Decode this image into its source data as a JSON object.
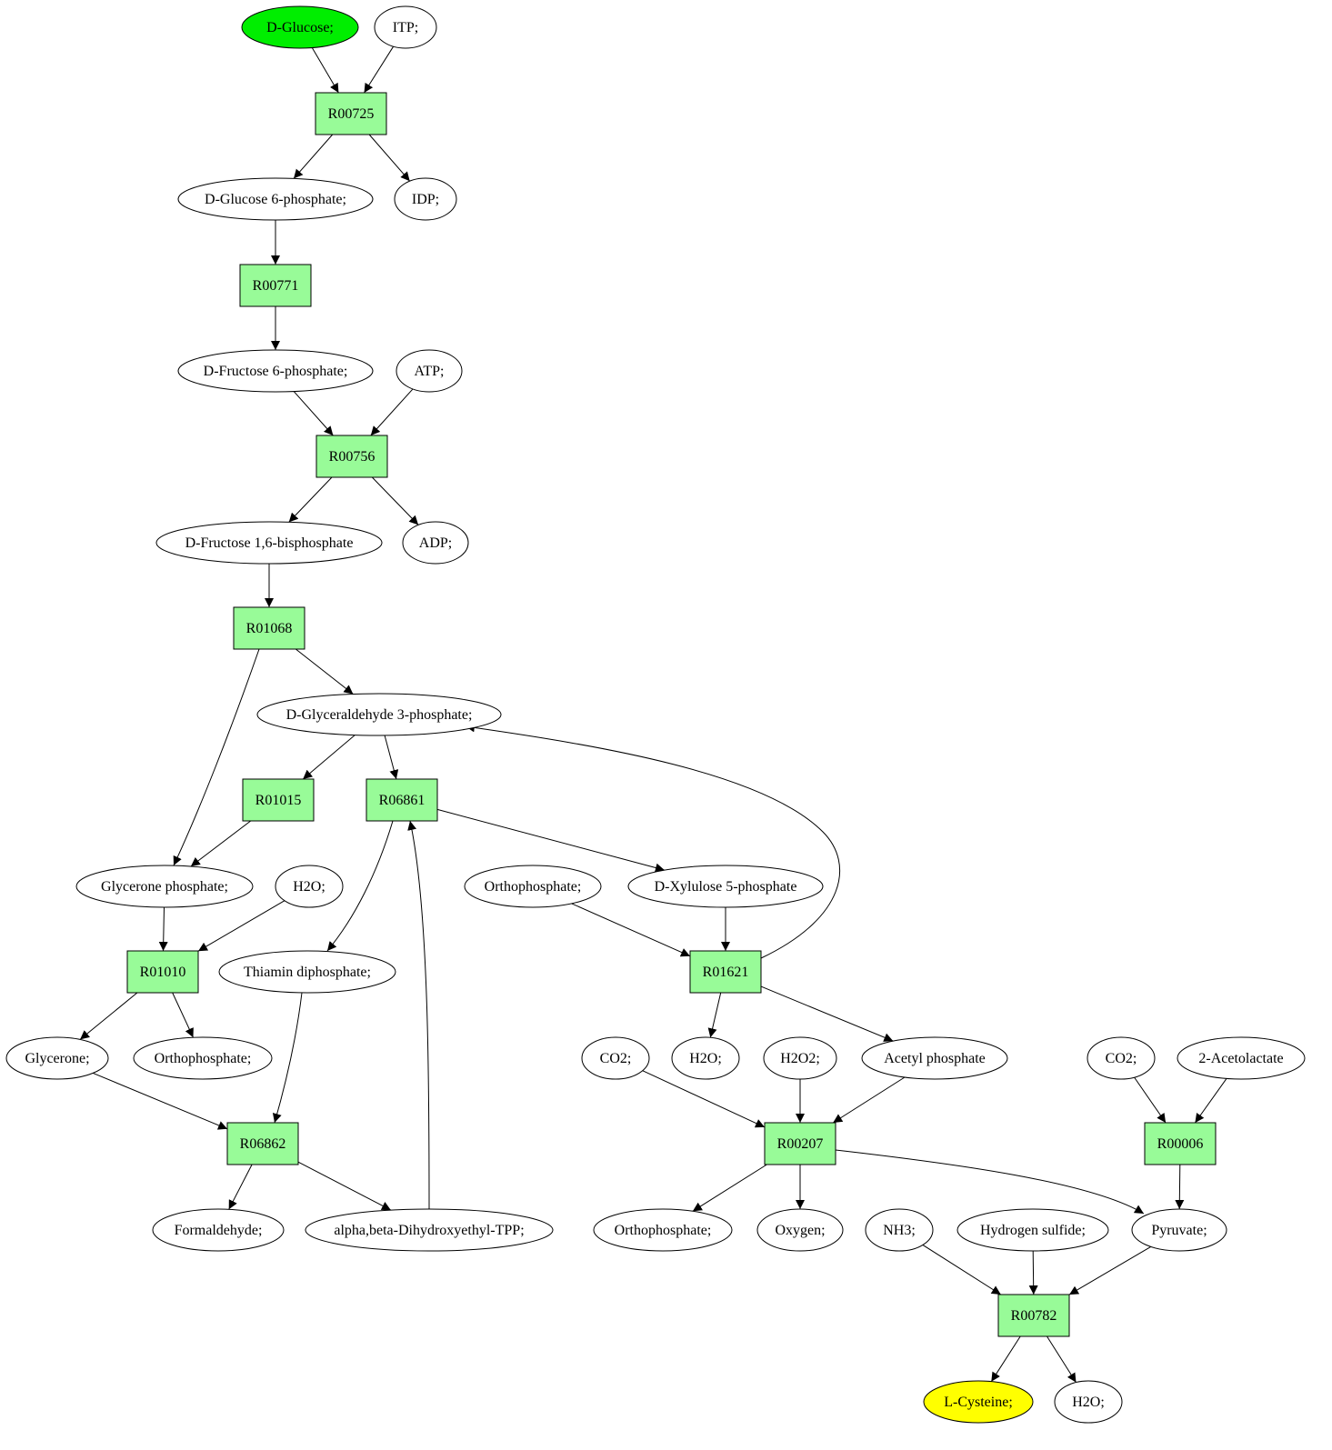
{
  "colors": {
    "reaction_fill": "#98fb98",
    "start_fill": "#00ee00",
    "target_fill": "#ffff00",
    "compound_fill": "#ffffff",
    "stroke": "#000000"
  },
  "nodes": [
    {
      "id": "c_dglucose",
      "kind": "compound",
      "label": "D-Glucose;",
      "style": "start"
    },
    {
      "id": "c_itp",
      "kind": "compound",
      "label": "ITP;"
    },
    {
      "id": "r_r00725",
      "kind": "reaction",
      "label": "R00725"
    },
    {
      "id": "c_g6p",
      "kind": "compound",
      "label": "D-Glucose 6-phosphate;"
    },
    {
      "id": "c_idp",
      "kind": "compound",
      "label": "IDP;"
    },
    {
      "id": "r_r00771",
      "kind": "reaction",
      "label": "R00771"
    },
    {
      "id": "c_f6p",
      "kind": "compound",
      "label": "D-Fructose 6-phosphate;"
    },
    {
      "id": "c_atp",
      "kind": "compound",
      "label": "ATP;"
    },
    {
      "id": "r_r00756",
      "kind": "reaction",
      "label": "R00756"
    },
    {
      "id": "c_fbp",
      "kind": "compound",
      "label": "D-Fructose 1,6-bisphosphate"
    },
    {
      "id": "c_adp",
      "kind": "compound",
      "label": "ADP;"
    },
    {
      "id": "r_r01068",
      "kind": "reaction",
      "label": "R01068"
    },
    {
      "id": "c_gap",
      "kind": "compound",
      "label": "D-Glyceraldehyde 3-phosphate;"
    },
    {
      "id": "r_r01015",
      "kind": "reaction",
      "label": "R01015"
    },
    {
      "id": "r_r06861",
      "kind": "reaction",
      "label": "R06861"
    },
    {
      "id": "c_dhap",
      "kind": "compound",
      "label": "Glycerone phosphate;"
    },
    {
      "id": "c_h2o_a",
      "kind": "compound",
      "label": "H2O;"
    },
    {
      "id": "c_pi_a",
      "kind": "compound",
      "label": "Orthophosphate;"
    },
    {
      "id": "c_x5p",
      "kind": "compound",
      "label": "D-Xylulose 5-phosphate"
    },
    {
      "id": "r_r01010",
      "kind": "reaction",
      "label": "R01010"
    },
    {
      "id": "c_tpp",
      "kind": "compound",
      "label": "Thiamin diphosphate;"
    },
    {
      "id": "r_r01621",
      "kind": "reaction",
      "label": "R01621"
    },
    {
      "id": "c_glycerone",
      "kind": "compound",
      "label": "Glycerone;"
    },
    {
      "id": "c_pi_b",
      "kind": "compound",
      "label": "Orthophosphate;"
    },
    {
      "id": "c_co2_a",
      "kind": "compound",
      "label": "CO2;"
    },
    {
      "id": "c_h2o_b",
      "kind": "compound",
      "label": "H2O;"
    },
    {
      "id": "c_h2o2",
      "kind": "compound",
      "label": "H2O2;"
    },
    {
      "id": "c_acp",
      "kind": "compound",
      "label": "Acetyl phosphate"
    },
    {
      "id": "c_co2_b",
      "kind": "compound",
      "label": "CO2;"
    },
    {
      "id": "c_acetolactate",
      "kind": "compound",
      "label": "2-Acetolactate"
    },
    {
      "id": "r_r06862",
      "kind": "reaction",
      "label": "R06862"
    },
    {
      "id": "r_r00207",
      "kind": "reaction",
      "label": "R00207"
    },
    {
      "id": "r_r00006",
      "kind": "reaction",
      "label": "R00006"
    },
    {
      "id": "c_formaldehyde",
      "kind": "compound",
      "label": "Formaldehyde;"
    },
    {
      "id": "c_dhe_tpp",
      "kind": "compound",
      "label": "alpha,beta-Dihydroxyethyl-TPP;"
    },
    {
      "id": "c_pi_c",
      "kind": "compound",
      "label": "Orthophosphate;"
    },
    {
      "id": "c_oxygen",
      "kind": "compound",
      "label": "Oxygen;"
    },
    {
      "id": "c_nh3",
      "kind": "compound",
      "label": "NH3;"
    },
    {
      "id": "c_h2s",
      "kind": "compound",
      "label": "Hydrogen sulfide;"
    },
    {
      "id": "c_pyruvate",
      "kind": "compound",
      "label": "Pyruvate;"
    },
    {
      "id": "r_r00782",
      "kind": "reaction",
      "label": "R00782"
    },
    {
      "id": "c_cysteine",
      "kind": "compound",
      "label": "L-Cysteine;",
      "style": "target"
    },
    {
      "id": "c_h2o_c",
      "kind": "compound",
      "label": "H2O;"
    }
  ],
  "edges": [
    {
      "from": "c_dglucose",
      "to": "r_r00725"
    },
    {
      "from": "c_itp",
      "to": "r_r00725"
    },
    {
      "from": "r_r00725",
      "to": "c_g6p"
    },
    {
      "from": "r_r00725",
      "to": "c_idp"
    },
    {
      "from": "c_g6p",
      "to": "r_r00771"
    },
    {
      "from": "r_r00771",
      "to": "c_f6p"
    },
    {
      "from": "c_f6p",
      "to": "r_r00756"
    },
    {
      "from": "c_atp",
      "to": "r_r00756"
    },
    {
      "from": "r_r00756",
      "to": "c_fbp"
    },
    {
      "from": "r_r00756",
      "to": "c_adp"
    },
    {
      "from": "c_fbp",
      "to": "r_r01068"
    },
    {
      "from": "r_r01068",
      "to": "c_gap"
    },
    {
      "from": "r_r01068",
      "to": "c_dhap"
    },
    {
      "from": "c_gap",
      "to": "r_r01015"
    },
    {
      "from": "c_gap",
      "to": "r_r06861"
    },
    {
      "from": "r_r01015",
      "to": "c_dhap"
    },
    {
      "from": "r_r06861",
      "to": "c_x5p"
    },
    {
      "from": "r_r06861",
      "to": "c_tpp"
    },
    {
      "from": "c_dhe_tpp",
      "to": "r_r06861"
    },
    {
      "from": "c_dhap",
      "to": "r_r01010"
    },
    {
      "from": "c_h2o_a",
      "to": "r_r01010"
    },
    {
      "from": "r_r01010",
      "to": "c_glycerone"
    },
    {
      "from": "r_r01010",
      "to": "c_pi_b"
    },
    {
      "from": "c_pi_a",
      "to": "r_r01621"
    },
    {
      "from": "c_x5p",
      "to": "r_r01621"
    },
    {
      "from": "r_r01621",
      "to": "c_gap"
    },
    {
      "from": "r_r01621",
      "to": "c_h2o_b"
    },
    {
      "from": "r_r01621",
      "to": "c_acp"
    },
    {
      "from": "c_glycerone",
      "to": "r_r06862"
    },
    {
      "from": "c_tpp",
      "to": "r_r06862"
    },
    {
      "from": "r_r06862",
      "to": "c_formaldehyde"
    },
    {
      "from": "r_r06862",
      "to": "c_dhe_tpp"
    },
    {
      "from": "c_co2_a",
      "to": "r_r00207"
    },
    {
      "from": "c_h2o2",
      "to": "r_r00207"
    },
    {
      "from": "c_acp",
      "to": "r_r00207"
    },
    {
      "from": "r_r00207",
      "to": "c_pi_c"
    },
    {
      "from": "r_r00207",
      "to": "c_oxygen"
    },
    {
      "from": "r_r00207",
      "to": "c_pyruvate"
    },
    {
      "from": "c_co2_b",
      "to": "r_r00006"
    },
    {
      "from": "c_acetolactate",
      "to": "r_r00006"
    },
    {
      "from": "r_r00006",
      "to": "c_pyruvate"
    },
    {
      "from": "c_nh3",
      "to": "r_r00782"
    },
    {
      "from": "c_h2s",
      "to": "r_r00782"
    },
    {
      "from": "c_pyruvate",
      "to": "r_r00782"
    },
    {
      "from": "r_r00782",
      "to": "c_cysteine"
    },
    {
      "from": "r_r00782",
      "to": "c_h2o_c"
    }
  ]
}
